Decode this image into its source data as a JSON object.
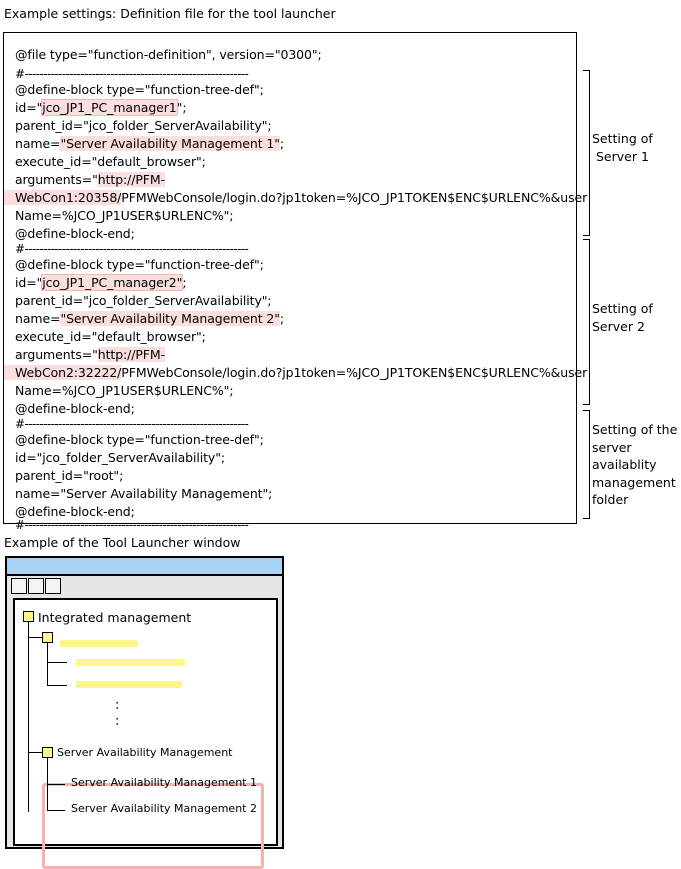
{
  "captions": {
    "settings": "Example settings: Definition file for the tool launcher",
    "window": "Example of the Tool Launcher window"
  },
  "code": {
    "header": "@file type=\"function-definition\", version=\"0300\";",
    "separator": "#------------------------------------------------------------",
    "block1": {
      "define": "@define-block type=\"function-tree-def\";",
      "id_prefix": "id=\"",
      "id_value": "jco_JP1_PC_manager1",
      "id_suffix": "\";",
      "parent": "parent_id=\"jco_folder_ServerAvailability\";",
      "name_prefix": "name=",
      "name_value": "\"Server Availability Management 1\"",
      "name_suffix": ";",
      "execute": "execute_id=\"default_browser\";",
      "args_prefix": "arguments=\"",
      "args_url1": "http://PFM-",
      "args_url2": "WebCon1:20358/",
      "args_rest1": "PFMWebConsole/login.do?jp1token=%JCO_JP1TOKEN$ENC$URLENC%&user",
      "args_rest2": "Name=%JCO_JP1USER$URLENC%\";",
      "end": "@define-block-end;"
    },
    "block2": {
      "define": "@define-block type=\"function-tree-def\";",
      "id_prefix": "id=\"",
      "id_value": "jco_JP1_PC_manager2\"",
      "id_suffix": ";",
      "parent": "parent_id=\"jco_folder_ServerAvailability\";",
      "name_prefix": "name=",
      "name_value": "\"Server Availability Management 2\"",
      "name_suffix": ";",
      "execute": "execute_id=\"default_browser\";",
      "args_prefix": "arguments=\"",
      "args_url1": "http://PFM-",
      "args_url2": "WebCon2:32222/",
      "args_rest1": "PFMWebConsole/login.do?jp1token=%JCO_JP1TOKEN$ENC$URLENC%&user",
      "args_rest2": "Name=%JCO_JP1USER$URLENC%\";",
      "end": "@define-block-end;"
    },
    "block3": {
      "define": "@define-block type=\"function-tree-def\";",
      "id": "id=\"jco_folder_ServerAvailability\";",
      "parent": "parent_id=\"root\";",
      "name": "name=\"Server Availability Management\";",
      "end": "@define-block-end;"
    }
  },
  "side_labels": {
    "server1": [
      "Setting of",
      "Server 1"
    ],
    "server2": [
      "Setting of",
      "Server 2"
    ],
    "folder": [
      "Setting of the",
      "server",
      "availablity",
      "management",
      "folder"
    ]
  },
  "tree": {
    "root": "Integrated management",
    "group": "Server Availability Management",
    "child1": "Server Availability Management 1",
    "child2": "Server Availability Management 2",
    "ellipsis": ":"
  },
  "colors": {
    "highlight": "#fbdede",
    "group_border": "#f6b1b1",
    "node_yellow": "#fff68a",
    "titlebar": "#a9d3f5"
  }
}
